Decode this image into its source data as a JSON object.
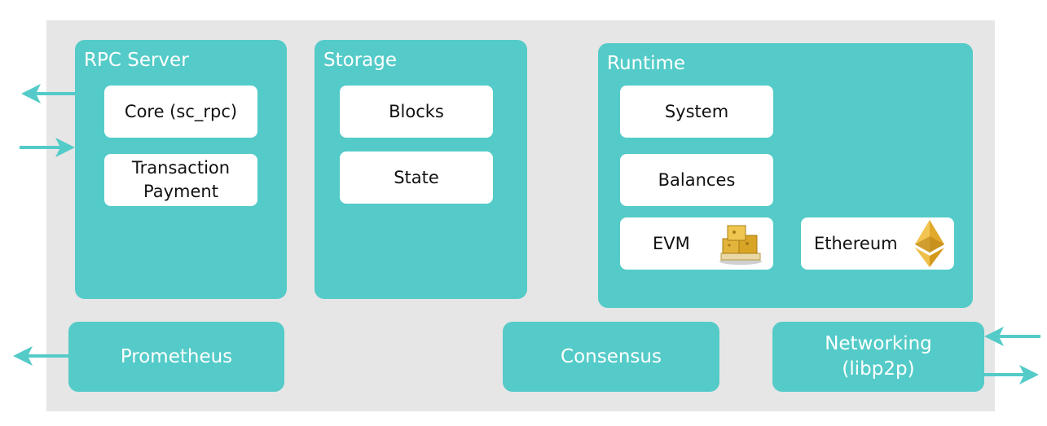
{
  "colors": {
    "panel": "#54cbc8",
    "background": "#e6e6e6",
    "item": "#ffffff",
    "arrow": "#54cbc8"
  },
  "rpc_server": {
    "title": "RPC Server",
    "items": [
      "Core (sc_rpc)",
      "Transaction\nPayment"
    ]
  },
  "storage": {
    "title": "Storage",
    "items": [
      "Blocks",
      "State"
    ]
  },
  "runtime": {
    "title": "Runtime",
    "items": [
      "System",
      "Balances",
      "EVM",
      "Ethereum"
    ],
    "icons": {
      "evm": "gold-crate-icon",
      "ethereum": "ethereum-logo-icon"
    }
  },
  "bottom": {
    "prometheus": "Prometheus",
    "consensus": "Consensus",
    "networking": "Networking\n(libp2p)"
  }
}
